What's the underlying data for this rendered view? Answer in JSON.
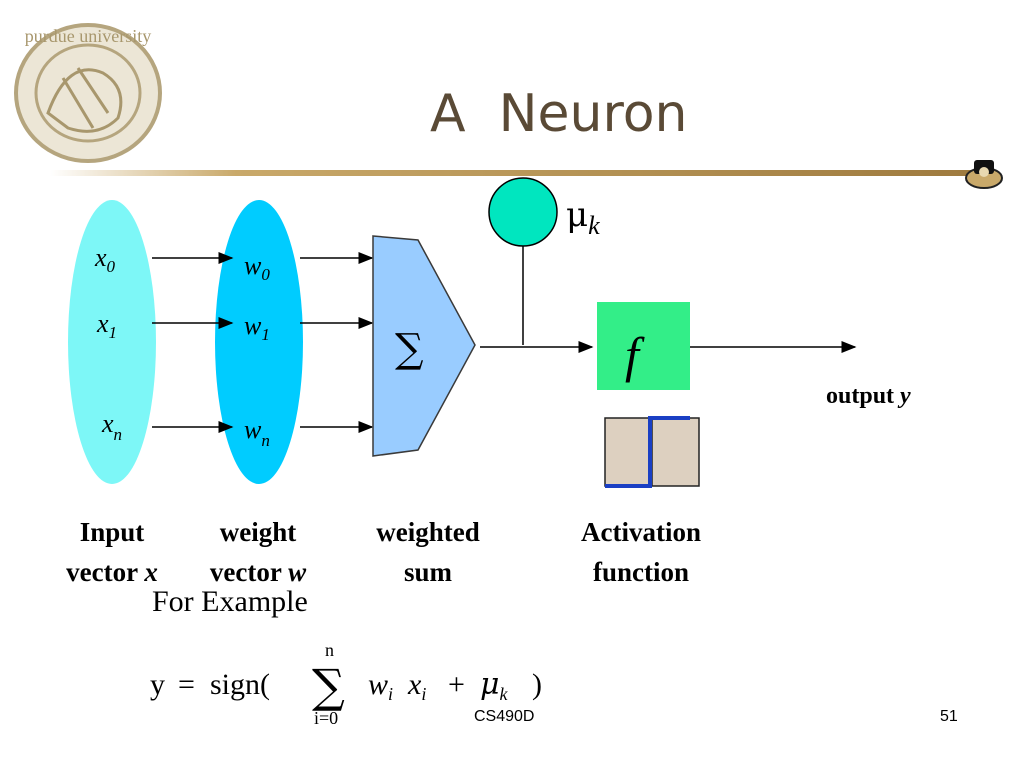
{
  "title": "A  Neuron",
  "logo": {
    "seal_text": "purdue university",
    "icon": "purdue-seal-logo",
    "corner_icon": "purdue-pete-logo"
  },
  "diagram": {
    "inputs": [
      {
        "base": "x",
        "sub": "0"
      },
      {
        "base": "x",
        "sub": "1"
      },
      {
        "base": "x",
        "sub": "n"
      }
    ],
    "weights": [
      {
        "base": "w",
        "sub": "0"
      },
      {
        "base": "w",
        "sub": "1"
      },
      {
        "base": "w",
        "sub": "n"
      }
    ],
    "sum_symbol": "∑",
    "bias": {
      "base": "μ",
      "sub": "k"
    },
    "activation_symbol": "f",
    "output": {
      "text": "output ",
      "var": "y"
    },
    "colors": {
      "input_ellipse": "#7df7f7",
      "weight_ellipse": "#00ccff",
      "sum_block": "#99ccff",
      "bias_circle": "#00e6bf",
      "activation_box": "#33ee88",
      "step_bg": "#ddd0c0",
      "step_line": "#1a3fc4"
    }
  },
  "captions": {
    "input": {
      "line1": "Input",
      "line2": "vector ",
      "var": "x"
    },
    "weight": {
      "line1": "weight",
      "line2": "vector ",
      "var": "w"
    },
    "sum": {
      "line1": "weighted",
      "line2": "sum"
    },
    "activation": {
      "line1": "Activation",
      "line2": "function"
    }
  },
  "example": {
    "heading": "For Example",
    "formula_lhs": "y",
    "equals": "=",
    "func": "sign(",
    "sum_upper": "n",
    "sum_lower": "i=0",
    "w": "w",
    "w_sub": "i",
    "x": "x",
    "x_sub": "i",
    "plus": "+",
    "mu": "μ",
    "mu_sub": "k",
    "close": ")"
  },
  "footer": {
    "course": "CS490D",
    "page": "51"
  }
}
